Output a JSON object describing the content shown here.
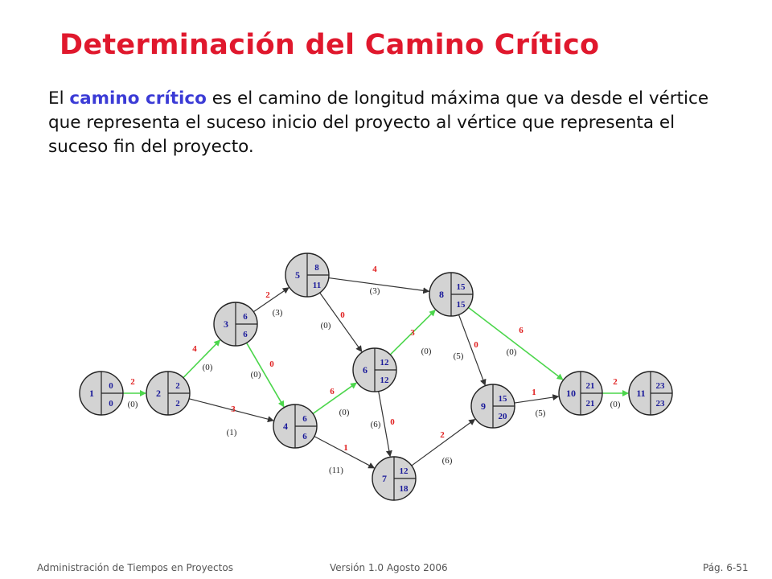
{
  "slide": {
    "title": "Determinación del Camino Crítico",
    "text_before": "El ",
    "highlight": "camino crítico",
    "text_after": " es el camino de longitud máxima que va desde el vértice que representa el suceso inicio del proyecto al vértice que representa el suceso fin del proyecto.",
    "footer_left": "Administración de Tiempos en Proyectos",
    "footer_center": "Versión 1.0    Agosto 2006",
    "footer_right": "Pág. 6-51",
    "colors": {
      "title": "#e0182d",
      "highlight": "#3b3bd6",
      "critical_edge": "#4cd64c",
      "normal_edge": "#333333",
      "edge_weight": "#e02020",
      "node_fill": "#d3d3d3"
    }
  },
  "diagram": {
    "nodes": [
      {
        "id": "1",
        "top": "0",
        "bottom": "0"
      },
      {
        "id": "2",
        "top": "2",
        "bottom": "2"
      },
      {
        "id": "3",
        "top": "6",
        "bottom": "6"
      },
      {
        "id": "4",
        "top": "6",
        "bottom": "6"
      },
      {
        "id": "5",
        "top": "8",
        "bottom": "11"
      },
      {
        "id": "6",
        "top": "12",
        "bottom": "12"
      },
      {
        "id": "7",
        "top": "12",
        "bottom": "18"
      },
      {
        "id": "8",
        "top": "15",
        "bottom": "15"
      },
      {
        "id": "9",
        "top": "15",
        "bottom": "20"
      },
      {
        "id": "10",
        "top": "21",
        "bottom": "21"
      },
      {
        "id": "11",
        "top": "23",
        "bottom": "23"
      }
    ],
    "edges": [
      {
        "from": "1",
        "to": "2",
        "weight": "2",
        "slack": "(0)",
        "critical": true
      },
      {
        "from": "2",
        "to": "3",
        "weight": "4",
        "slack": "(0)",
        "critical": true
      },
      {
        "from": "2",
        "to": "4",
        "weight": "3",
        "slack": "(1)",
        "critical": false
      },
      {
        "from": "3",
        "to": "5",
        "weight": "2",
        "slack": "(3)",
        "critical": false
      },
      {
        "from": "3",
        "to": "4",
        "weight": "0",
        "slack": "(0)",
        "critical": true
      },
      {
        "from": "5",
        "to": "8",
        "weight": "4",
        "slack": "(3)",
        "critical": false
      },
      {
        "from": "5",
        "to": "6",
        "weight": "0",
        "slack": "(0)",
        "critical": false
      },
      {
        "from": "4",
        "to": "6",
        "weight": "6",
        "slack": "(0)",
        "critical": true
      },
      {
        "from": "4",
        "to": "7",
        "weight": "1",
        "slack": "(11)",
        "critical": false
      },
      {
        "from": "6",
        "to": "8",
        "weight": "3",
        "slack": "(0)",
        "critical": true
      },
      {
        "from": "6",
        "to": "7",
        "weight": "0",
        "slack": "(6)",
        "critical": false
      },
      {
        "from": "8",
        "to": "9",
        "weight": "0",
        "slack": "(5)",
        "critical": false
      },
      {
        "from": "8",
        "to": "10",
        "weight": "6",
        "slack": "(0)",
        "critical": true
      },
      {
        "from": "7",
        "to": "9",
        "weight": "2",
        "slack": "(6)",
        "critical": false
      },
      {
        "from": "9",
        "to": "10",
        "weight": "1",
        "slack": "(5)",
        "critical": false
      },
      {
        "from": "10",
        "to": "11",
        "weight": "2",
        "slack": "(0)",
        "critical": true
      }
    ]
  }
}
